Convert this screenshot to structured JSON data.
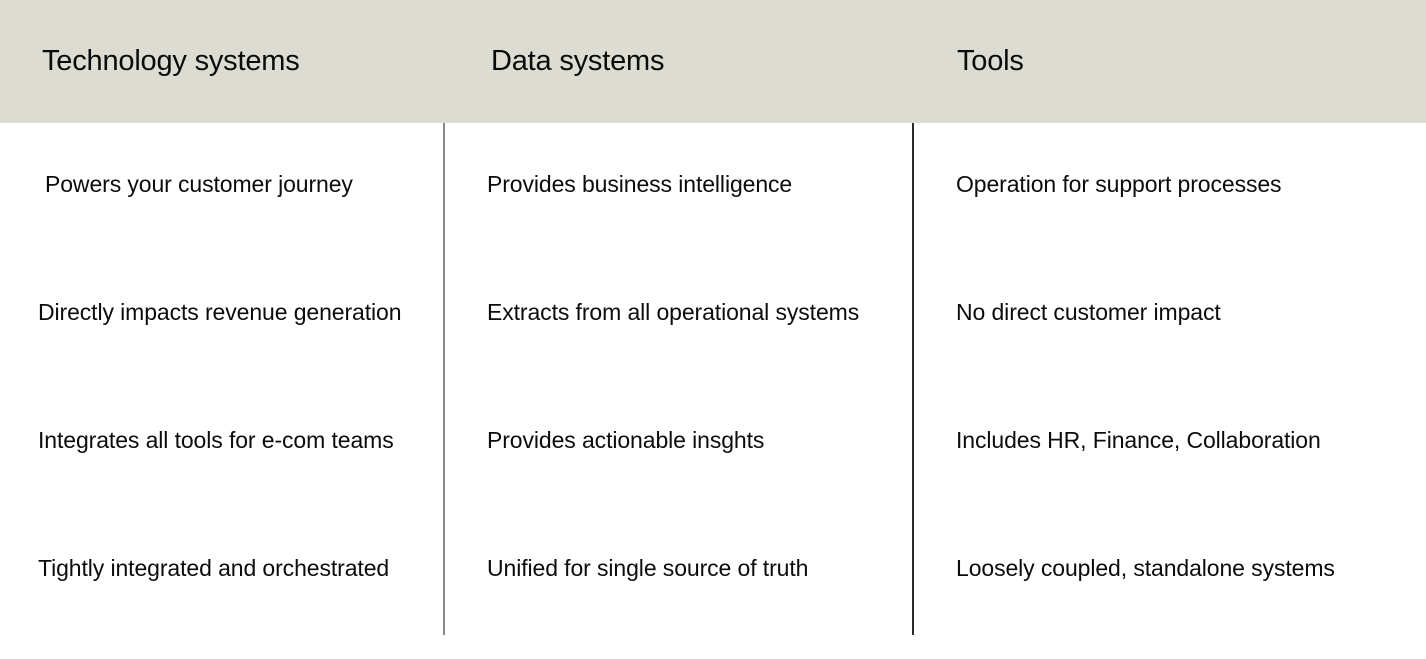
{
  "table": {
    "columns": [
      {
        "id": "technology-systems",
        "header": "Technology systems",
        "rows": [
          "Powers your customer journey",
          "Directly impacts revenue generation",
          "Integrates all tools for e-com teams",
          "Tightly integrated and orchestrated"
        ]
      },
      {
        "id": "data-systems",
        "header": "Data systems",
        "rows": [
          "Provides business intelligence",
          "Extracts from all operational systems",
          "Provides actionable insghts",
          "Unified for single source of truth"
        ]
      },
      {
        "id": "tools",
        "header": "Tools",
        "rows": [
          "Operation for support processes",
          "No direct customer impact",
          "Includes HR, Finance, Collaboration",
          "Loosely coupled, standalone systems"
        ]
      }
    ]
  },
  "colors": {
    "header_band_background": "#dcdcd3",
    "page_background": "#ffffff",
    "text": "#0c0c0c",
    "divider_light": "#8a8a8a",
    "divider_dark": "#2b2b2b"
  }
}
